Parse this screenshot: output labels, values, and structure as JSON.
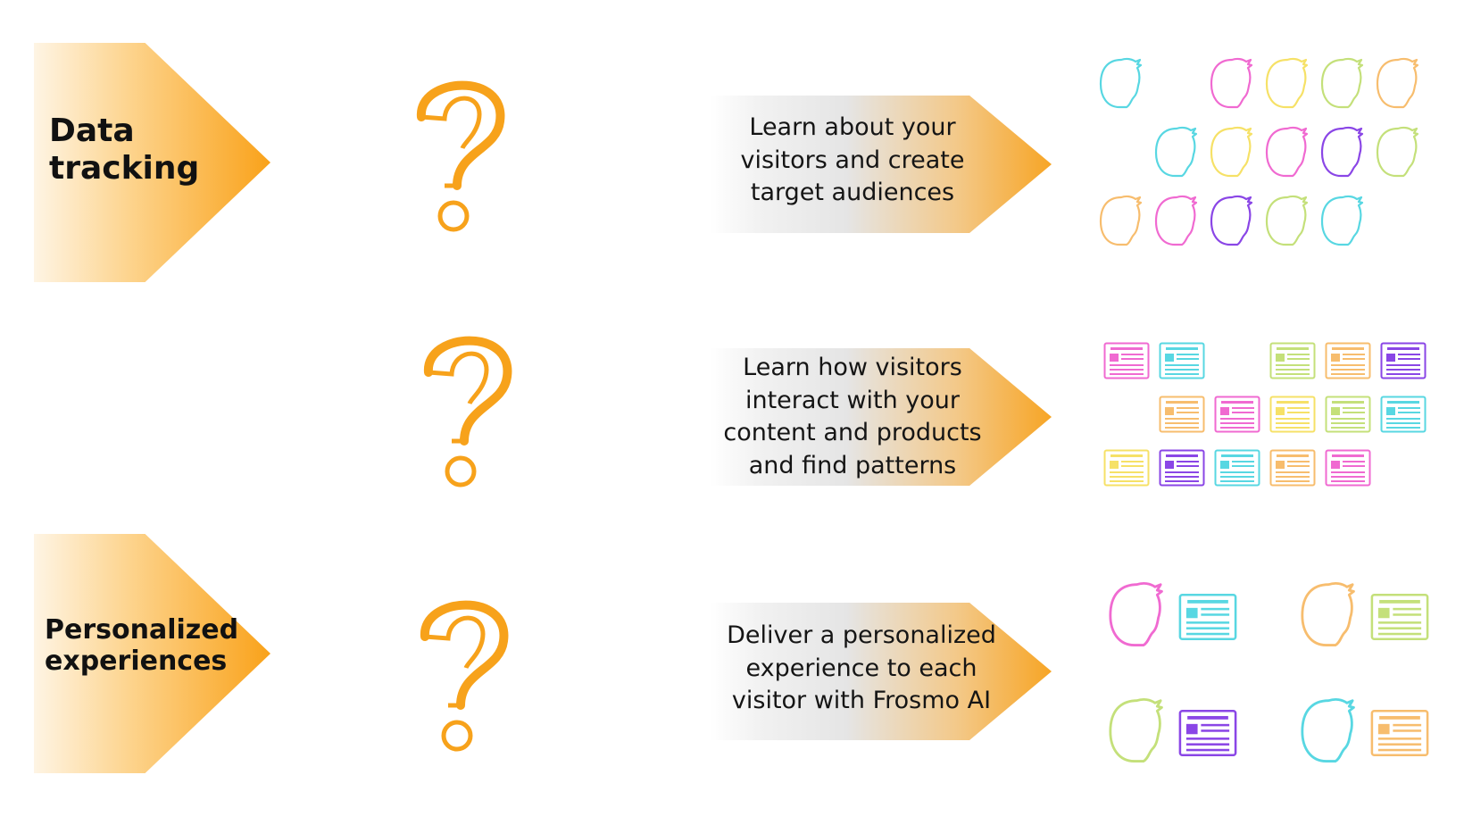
{
  "rows": [
    {
      "label_line1": "Data",
      "label_line2": "tracking",
      "description": [
        "Learn about  your",
        "visitors and create",
        "target audiences"
      ]
    },
    {
      "label_line1": "",
      "label_line2": "",
      "description": [
        "Learn how visitors",
        "interact with your",
        "content and products",
        "and find patterns"
      ]
    },
    {
      "label_line1": "Personalized",
      "label_line2": "experiences",
      "description": [
        "Deliver a personalized",
        "experience to each",
        "visitor with Frosmo AI"
      ]
    }
  ],
  "icons": {
    "question_mark": "question-mark-icon",
    "visitor": "visitor-head-icon",
    "content": "content-card-icon"
  },
  "colors": {
    "orange": "#f7a21b",
    "pink": "#f06ad1",
    "cyan": "#58d7e2",
    "yellow": "#f6e167",
    "green": "#c4e07a",
    "purple": "#8a46e6",
    "peach": "#f7bd6e"
  }
}
